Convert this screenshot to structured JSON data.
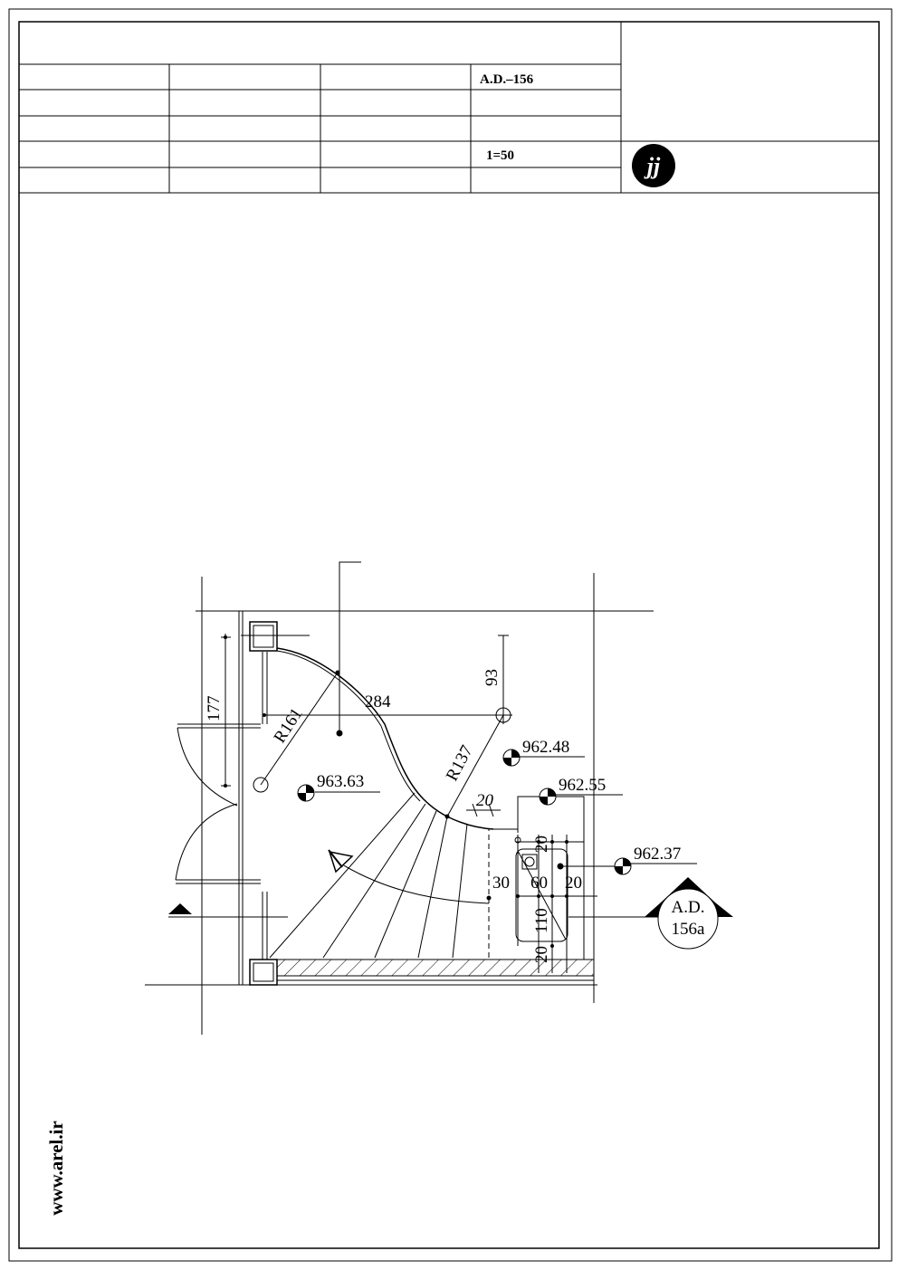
{
  "title_block": {
    "drawing_no": "A.D.–156",
    "scale": "1=50",
    "logo_glyph": "jj"
  },
  "website": "www.arel.ir",
  "plan": {
    "dimensions": {
      "d177": "177",
      "d284": "284",
      "d93": "93",
      "r161": "R161",
      "r137": "R137",
      "d20_top": "20",
      "d20_a": "20",
      "d30": "30",
      "d60": "60",
      "d20_b": "20",
      "d110": "110",
      "d20_c": "20"
    },
    "levels": [
      {
        "label": "963.63"
      },
      {
        "label": "962.48"
      },
      {
        "label": "962.55"
      },
      {
        "label": "962.37"
      }
    ],
    "section_marker": {
      "line1": "A.D.",
      "line2": "156a"
    }
  },
  "colors": {
    "line": "#000000",
    "paper": "#ffffff"
  }
}
